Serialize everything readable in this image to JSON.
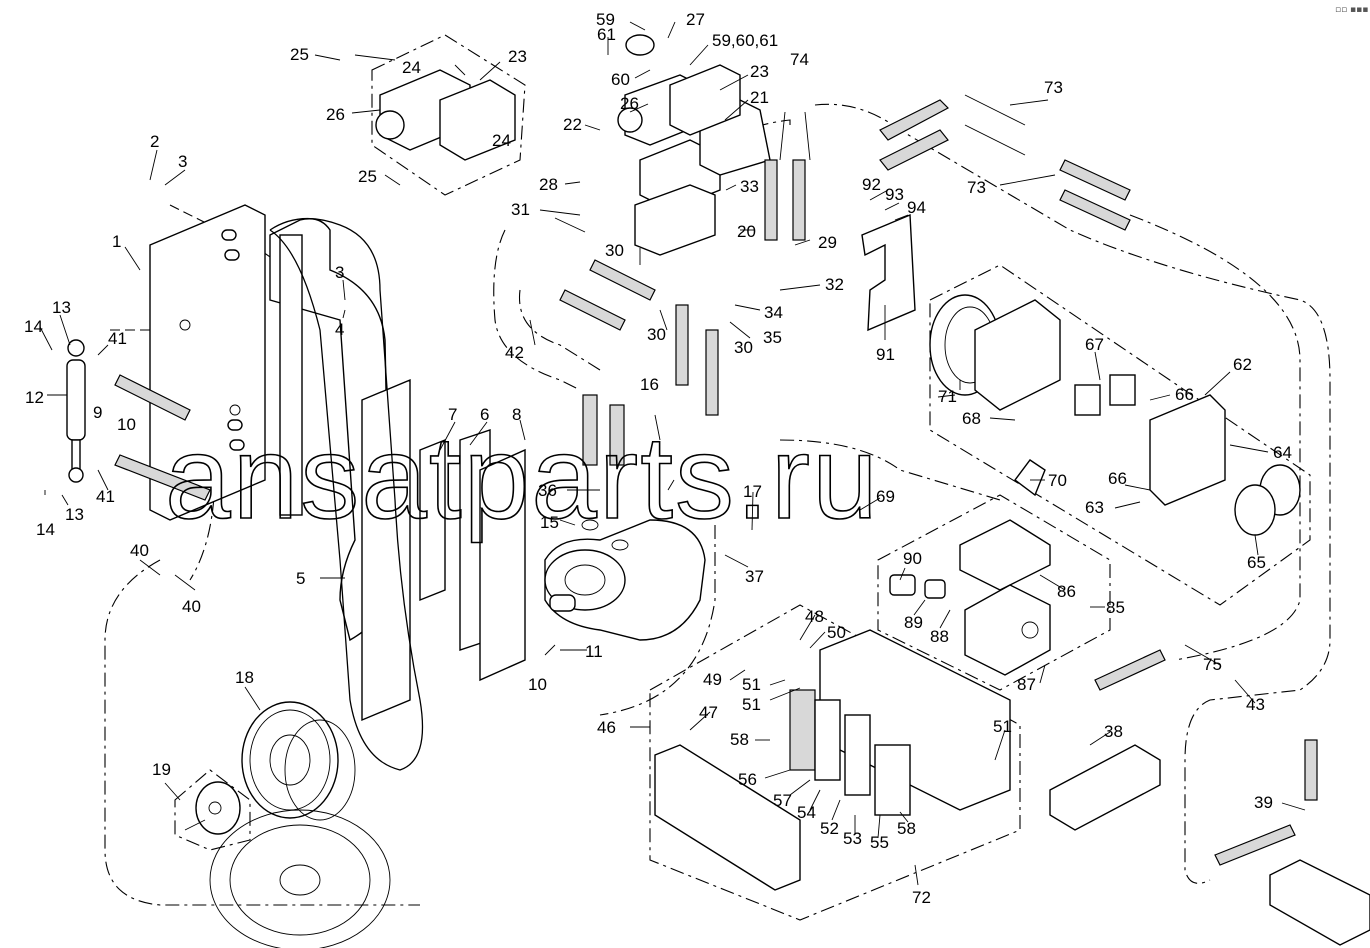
{
  "watermark": "ansatparts.ru",
  "corner_mark": "▫▫ ▪▪▪",
  "callouts": [
    "1",
    "2",
    "3",
    "3",
    "4",
    "5",
    "6",
    "7",
    "8",
    "9",
    "10",
    "10",
    "11",
    "12",
    "13",
    "13",
    "14",
    "14",
    "15",
    "16",
    "17",
    "18",
    "19",
    "20",
    "21",
    "22",
    "23",
    "23",
    "24",
    "24",
    "25",
    "25",
    "26",
    "26",
    "27",
    "28",
    "29",
    "30",
    "30",
    "30",
    "31",
    "32",
    "33",
    "34",
    "35",
    "36",
    "37",
    "38",
    "39",
    "40",
    "40",
    "41",
    "41",
    "42",
    "43",
    "46",
    "47",
    "48",
    "49",
    "50",
    "51",
    "51",
    "51",
    "52",
    "53",
    "54",
    "55",
    "56",
    "57",
    "58",
    "58",
    "59",
    "59,60,61",
    "60",
    "61",
    "62",
    "63",
    "64",
    "65",
    "66",
    "66",
    "67",
    "68",
    "69",
    "70",
    "71",
    "72",
    "73",
    "73",
    "74",
    "75",
    "85",
    "86",
    "87",
    "88",
    "89",
    "90",
    "91",
    "92",
    "93",
    "94"
  ]
}
